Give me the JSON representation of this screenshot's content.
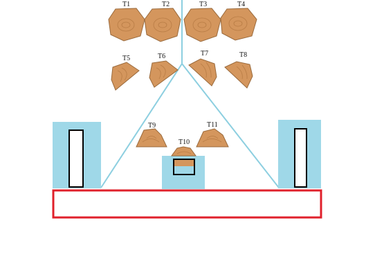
{
  "colors": {
    "wood_fill": "#d4965d",
    "wood_stroke": "#9a6a3c",
    "grain": "#b87c45",
    "support_blue": "#9fd8e8",
    "guide_line": "#8dcfe0",
    "base_red": "#e0202b",
    "slot_stroke": "#000000"
  },
  "diagram": {
    "labels": {
      "t1": "T1",
      "t2": "T2",
      "t3": "T3",
      "t4": "T4",
      "t5": "T5",
      "t6": "T6",
      "t7": "T7",
      "t8": "T8",
      "t9": "T9",
      "t10": "T10",
      "t11": "T11"
    }
  }
}
